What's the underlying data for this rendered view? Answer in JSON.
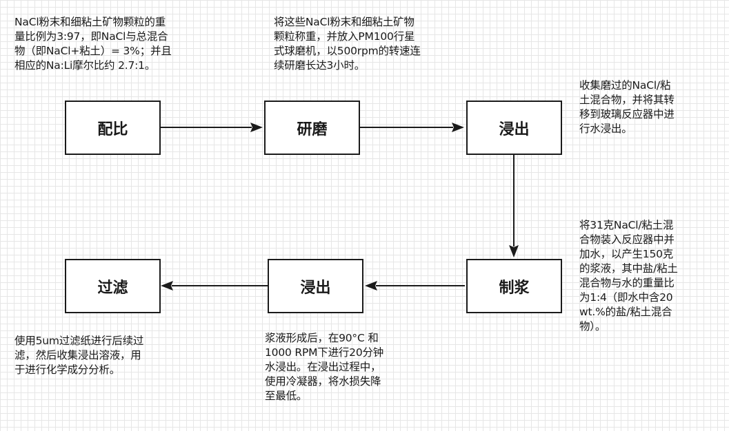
{
  "notes": {
    "ratio": "NaCl粉末和细粘土矿物颗粒的重\n量比例为3:97，即NaCl与总混合\n物（即NaCl+粘土）= 3%；并且\n相应的Na:Li摩尔比约 2.7:1。",
    "grinding": "将这些NaCl粉末和细粘土矿物\n颗粒称重，并放入PM100行星\n式球磨机，以500rpm的转速连\n续研磨长达3小时。",
    "leach_top": "收集磨过的NaCl/粘\n土混合物，并将其转\n移到玻璃反应器中进\n行水浸出。",
    "slurry": "将31克NaCl/粘土混\n合物装入反应器中并\n加水，以产生150克\n的浆液，其中盐/粘土\n混合物与水的重量比\n为1:4（即水中含20\nwt.%的盐/粘土混合\n物）。",
    "filter": "使用5um过滤纸进行后续过\n滤，然后收集浸出溶液，用\n于进行化学成分分析。",
    "leach_bottom": "浆液形成后，在90°C 和\n1000 RPM下进行20分钟\n水浸出。在浸出过程中，\n使用冷凝器，将水损失降\n至最低。"
  },
  "steps": {
    "ratio": "配比",
    "grinding": "研磨",
    "leach_top": "浸出",
    "slurry": "制浆",
    "leach_bottom": "浸出",
    "filter": "过滤"
  },
  "colors": {
    "line": "#1a1a1a",
    "grid": "#e6e6e6"
  }
}
